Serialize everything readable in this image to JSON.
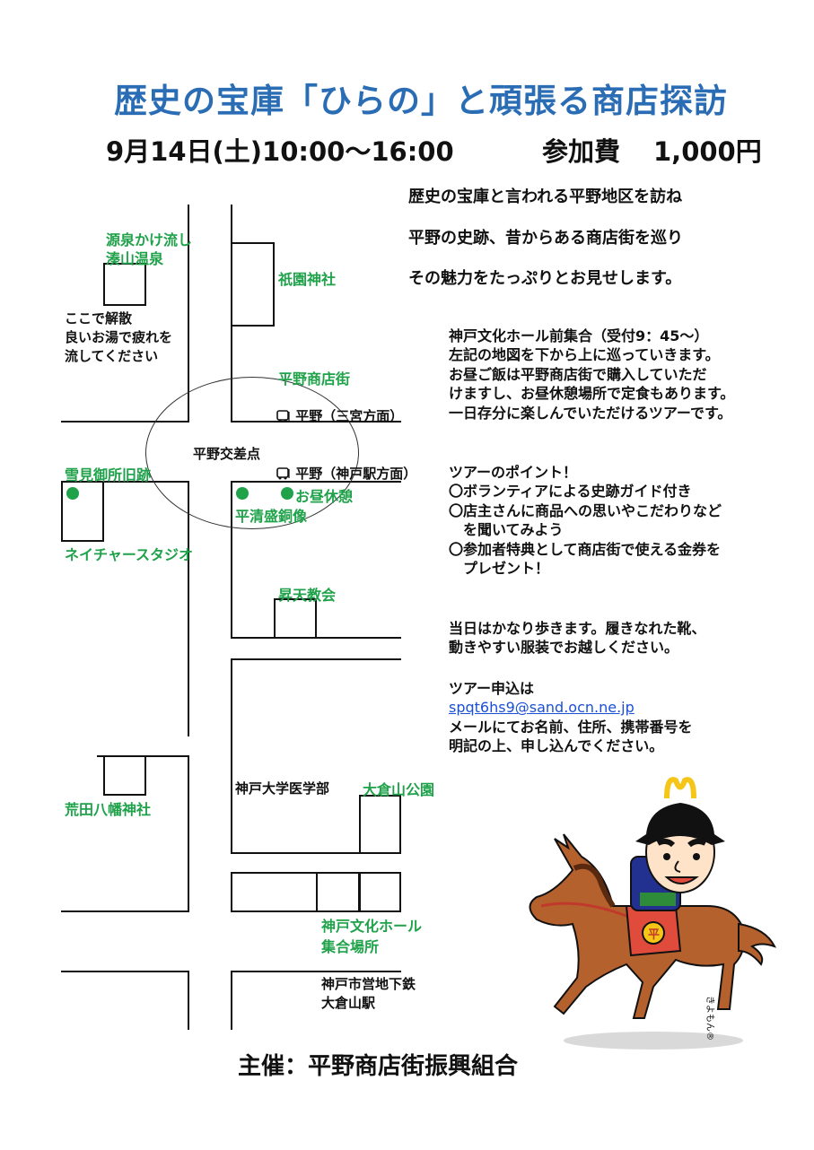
{
  "header": {
    "title": "歴史の宝庫「ひらの」と頑張る商店探訪",
    "datetime": "9月14日(土)10:00～16:00",
    "fee_label": "参加費",
    "fee_amount": "1,000円"
  },
  "intro": [
    "歴史の宝庫と言われる平野地区を訪ね",
    "平野の史跡、昔からある商店街を巡り",
    "その魅力をたっぷりとお見せします。"
  ],
  "description": [
    "神戸文化ホール前集合（受付9：45～）",
    "左記の地図を下から上に巡っていきます。",
    "お昼ご飯は平野商店街で購入していただ",
    "けますし、お昼休憩場所で定食もあります。",
    "一日存分に楽しんでいただけるツアーです。"
  ],
  "points": {
    "heading": "ツアーのポイント！",
    "lines": [
      "〇ボランティアによる史跡ガイド付き",
      "〇店主さんに商品への思いやこだわりなど",
      "　を聞いてみよう",
      "〇参加者特典として商店街で使える金券を",
      "　プレゼント！"
    ]
  },
  "notice": [
    "当日はかなり歩きます。履きなれた靴、",
    "動きやすい服装でお越しください。"
  ],
  "apply": {
    "heading": "ツアー申込は",
    "email": "spqt6hs9@sand.ocn.ne.jp",
    "lines": [
      "メールにてお名前、住所、携帯番号を",
      "明記の上、申し込んでください。"
    ]
  },
  "map": {
    "onsen_1": "源泉かけ流し",
    "onsen_2": "湊山温泉",
    "disband_1": "ここで解散",
    "disband_2": "良いお湯で疲れを",
    "disband_3": "流してください",
    "gion": "祇園神社",
    "shotengai": "平野商店街",
    "bus_sannomiya": "平野（三宮方面）",
    "crossing": "平野交差点",
    "yukimi": "雪見御所旧跡",
    "bus_kobe": "平野（神戸駅方面）",
    "lunch": "お昼休憩",
    "kiyomori": "平清盛銅像",
    "nature": "ネイチャースタジオ",
    "shoten": "昇天教会",
    "med": "神戸大学医学部",
    "okurayama_park": "大倉山公園",
    "arata": "荒田八幡神社",
    "bunka_1": "神戸文化ホール",
    "bunka_2": "集合場所",
    "subway_1": "神戸市営地下鉄",
    "subway_2": "大倉山駅"
  },
  "mascot": {
    "badge": "平",
    "signature": "きよもん®"
  },
  "footer": "主催：平野商店街振興組合"
}
